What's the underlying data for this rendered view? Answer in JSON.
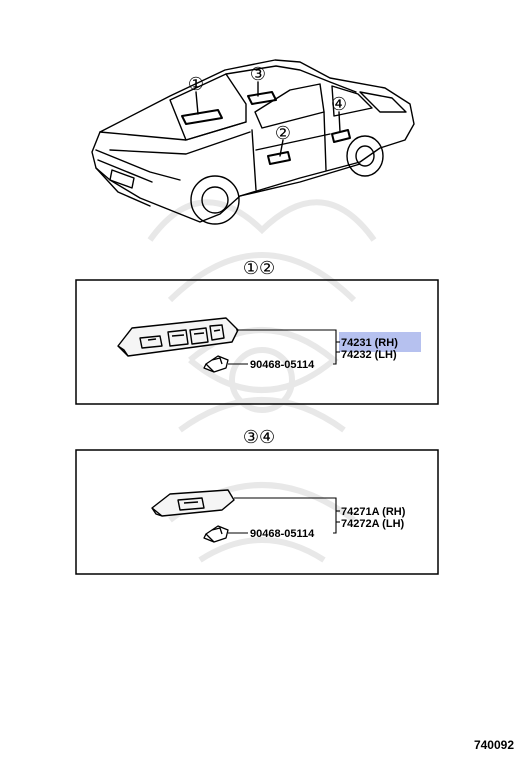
{
  "overview": {
    "callouts": [
      "①",
      "③",
      "②",
      "④"
    ]
  },
  "section_a": {
    "heading": "①②",
    "parts": {
      "switch_rh": "74231 (RH)",
      "switch_lh": "74232 (LH)",
      "clip": "90468-05114"
    }
  },
  "section_b": {
    "heading": "③④",
    "parts": {
      "switch_rh": "74271A (RH)",
      "switch_lh": "74272A (LH)",
      "clip": "90468-05114"
    }
  },
  "diagram_code": "740092",
  "colors": {
    "highlight": "#8f9fe6",
    "ink": "#000000",
    "watermark": "#e6e6e6"
  }
}
